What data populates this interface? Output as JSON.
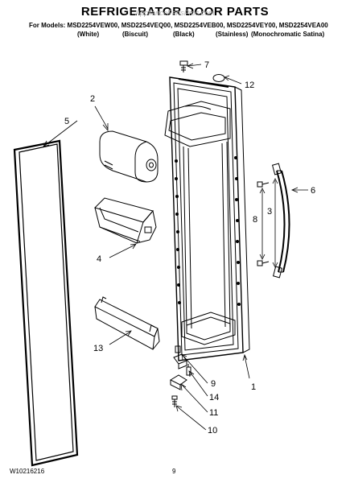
{
  "header": {
    "title": "REFRIGERATOR DOOR PARTS",
    "watermark": "AppliancePartsPros.com",
    "models_line": "For Models: MSD2254VEW00, MSD2254VEQ00, MSD2254VEB00, MSD2254VEY00, MSD2254VEA00",
    "variants": [
      "(White)",
      "(Biscuit)",
      "(Black)",
      "(Stainless)",
      "(Monochromatic Satina)"
    ]
  },
  "callouts": [
    "1",
    "2",
    "3",
    "4",
    "5",
    "6",
    "7",
    "8",
    "9",
    "10",
    "11",
    "12",
    "13",
    "14"
  ],
  "footer": {
    "doc_number": "W10216216",
    "page_number": "9"
  }
}
